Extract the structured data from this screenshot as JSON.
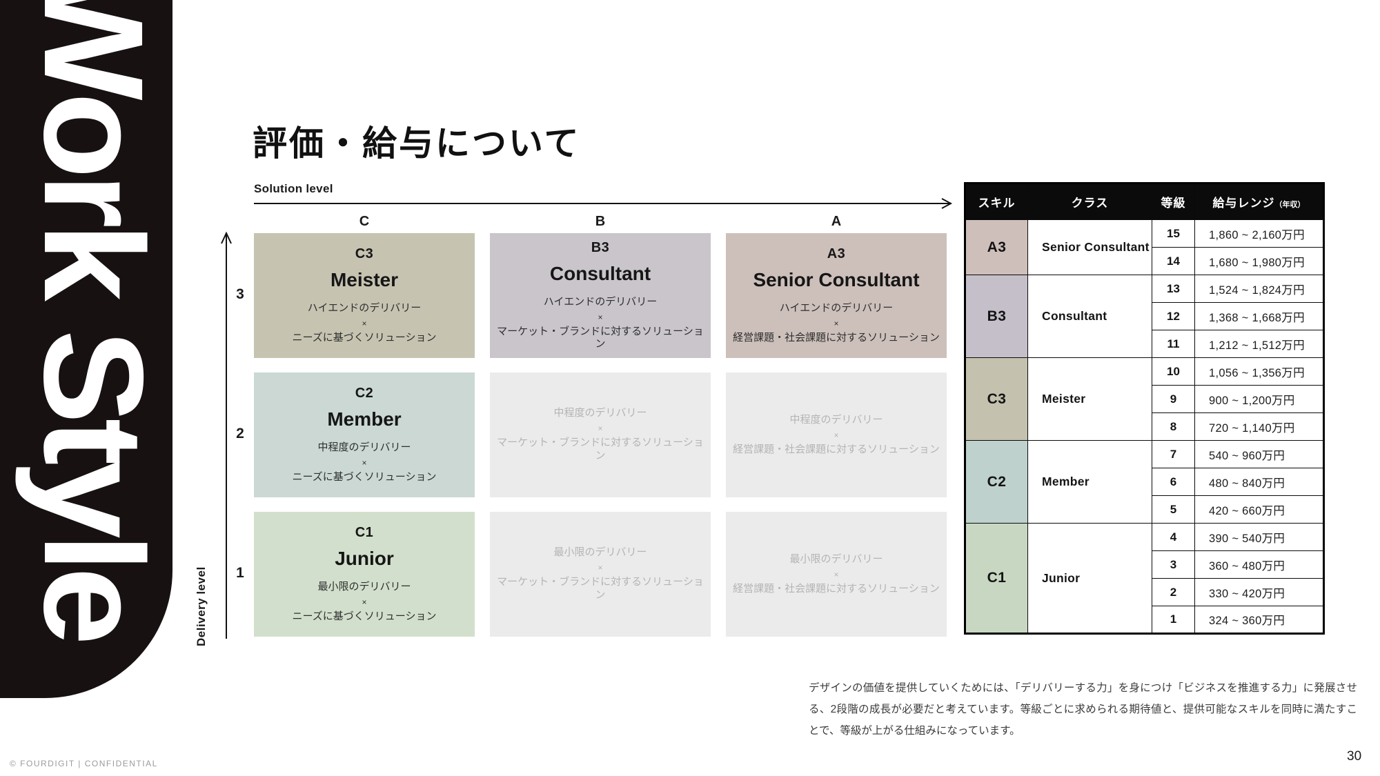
{
  "page": {
    "title": "評価・給与について",
    "page_number": "30",
    "footer": "© FOURDIGIT | CONFIDENTIAL"
  },
  "sidebar": {
    "vertical_label": "Work Style"
  },
  "matrix": {
    "x_axis_label": "Solution level",
    "y_axis_label": "Delivery level",
    "columns": [
      "C",
      "B",
      "A"
    ],
    "rows": [
      "3",
      "2",
      "1"
    ],
    "multiply_symbol": "×",
    "cells": [
      {
        "code": "C3",
        "name": "Meister",
        "line1": "ハイエンドのデリバリー",
        "line2": "ニーズに基づくソリューション",
        "active": true
      },
      {
        "code": "B3",
        "name": "Consultant",
        "line1": "ハイエンドのデリバリー",
        "line2": "マーケット・ブランドに対するソリューション",
        "active": true
      },
      {
        "code": "A3",
        "name": "Senior Consultant",
        "line1": "ハイエンドのデリバリー",
        "line2": "経営課題・社会課題に対するソリューション",
        "active": true
      },
      {
        "code": "C2",
        "name": "Member",
        "line1": "中程度のデリバリー",
        "line2": "ニーズに基づくソリューション",
        "active": true
      },
      {
        "line1": "中程度のデリバリー",
        "line2": "マーケット・ブランドに対するソリューション",
        "active": false
      },
      {
        "line1": "中程度のデリバリー",
        "line2": "経営課題・社会課題に対するソリューション",
        "active": false
      },
      {
        "code": "C1",
        "name": "Junior",
        "line1": "最小限のデリバリー",
        "line2": "ニーズに基づくソリューション",
        "active": true
      },
      {
        "line1": "最小限のデリバリー",
        "line2": "マーケット・ブランドに対するソリューション",
        "active": false
      },
      {
        "line1": "最小限のデリバリー",
        "line2": "経営課題・社会課題に対するソリューション",
        "active": false
      }
    ]
  },
  "salary_table": {
    "headers": {
      "skill": "スキル",
      "class": "クラス",
      "grade": "等級",
      "range": "給与レンジ",
      "range_note": "（年収）"
    },
    "groups": [
      {
        "skill": "A3",
        "class": "Senior Consultant",
        "rows": [
          {
            "grade": "15",
            "range": "1,860 ~ 2,160万円"
          },
          {
            "grade": "14",
            "range": "1,680 ~ 1,980万円"
          }
        ]
      },
      {
        "skill": "B3",
        "class": "Consultant",
        "rows": [
          {
            "grade": "13",
            "range": "1,524 ~ 1,824万円"
          },
          {
            "grade": "12",
            "range": "1,368 ~ 1,668万円"
          },
          {
            "grade": "11",
            "range": "1,212 ~ 1,512万円"
          }
        ]
      },
      {
        "skill": "C3",
        "class": "Meister",
        "rows": [
          {
            "grade": "10",
            "range": "1,056 ~ 1,356万円"
          },
          {
            "grade": "9",
            "range": "900 ~ 1,200万円"
          },
          {
            "grade": "8",
            "range": "720 ~ 1,140万円"
          }
        ]
      },
      {
        "skill": "C2",
        "class": "Member",
        "rows": [
          {
            "grade": "7",
            "range": "540 ~ 960万円"
          },
          {
            "grade": "6",
            "range": "480 ~ 840万円"
          },
          {
            "grade": "5",
            "range": "420 ~ 660万円"
          }
        ]
      },
      {
        "skill": "C1",
        "class": "Junior",
        "rows": [
          {
            "grade": "4",
            "range": "390 ~ 540万円"
          },
          {
            "grade": "3",
            "range": "360 ~ 480万円"
          },
          {
            "grade": "2",
            "range": "330 ~ 420万円"
          },
          {
            "grade": "1",
            "range": "324 ~ 360万円"
          }
        ]
      }
    ]
  },
  "note": {
    "text": "デザインの価値を提供していくためには、「デリバリーする力」を身につけ「ビジネスを推進する力」に発展させる、2段階の成長が必要だと考えています。等級ごとに求められる期待値と、提供可能なスキルを同時に満たすことで、等級が上がる仕組みになっています。"
  },
  "colors": {
    "sidebar": "#171111",
    "table_header_bg": "#0b0b0b",
    "matrix_c3": "#c6c3b1",
    "matrix_b3": "#c9c5cb",
    "matrix_a3": "#cdc0bb",
    "matrix_c2": "#cbd8d4",
    "matrix_c1": "#d2dfcc",
    "matrix_inactive": "#ebebeb",
    "table_a3": "#cfbfba",
    "table_b3": "#c4bfc9",
    "table_c3": "#c4c1ae",
    "table_c2": "#bed1cd",
    "table_c1": "#c8d7c2"
  }
}
